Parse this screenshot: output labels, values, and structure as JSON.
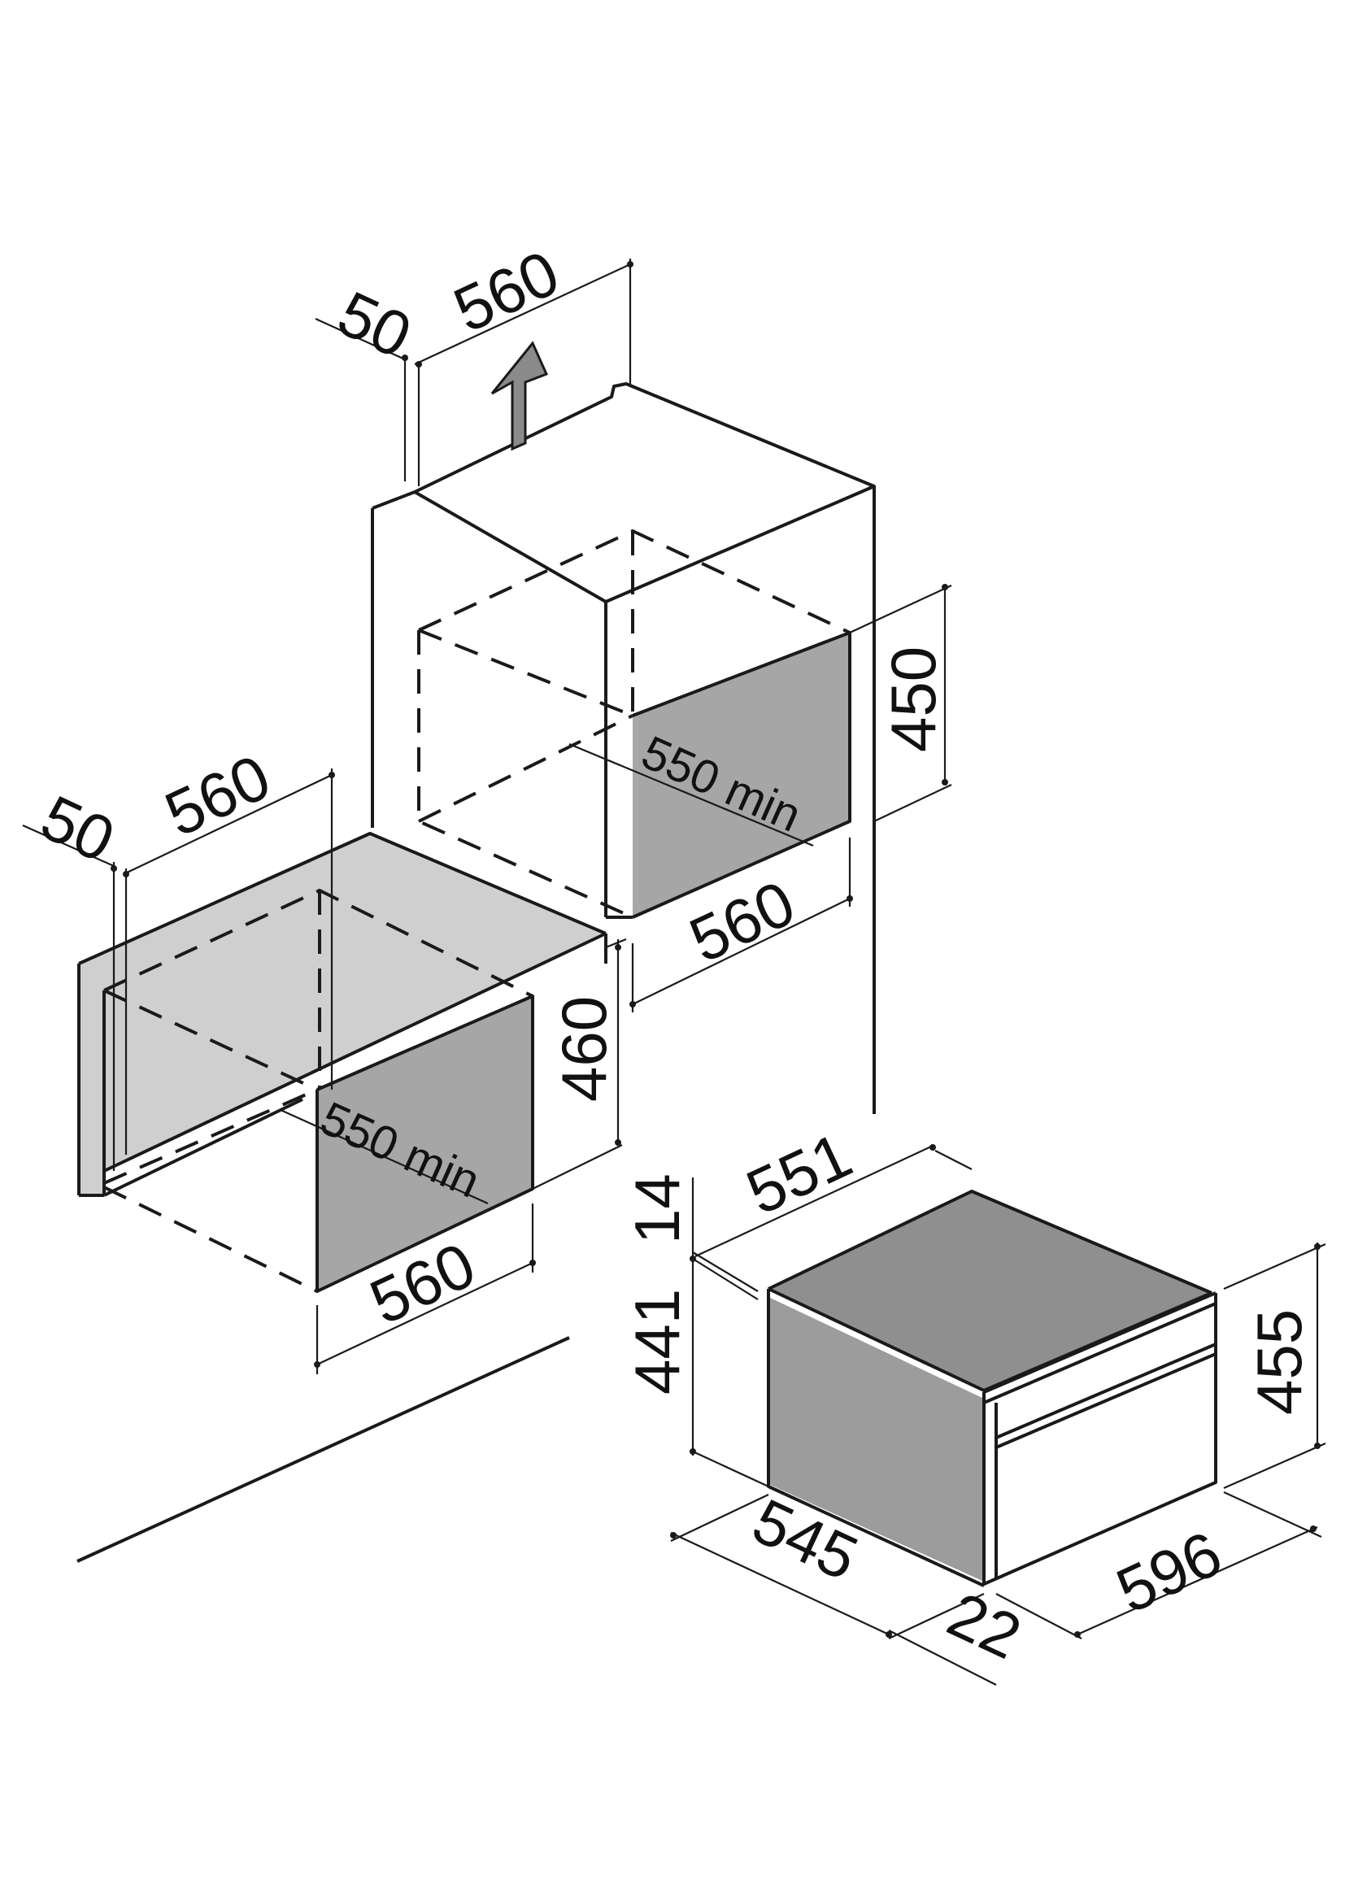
{
  "colors": {
    "line": "#1a1a1a",
    "panel_dark": "#a6a6a6",
    "panel_light": "#cfcfcf",
    "appliance_side": "#9c9c9c",
    "appliance_top": "#8f8f8f",
    "arrow": "#8a8a8a"
  },
  "upper_niche": {
    "depth_gap": "50",
    "width": "560",
    "height": "450",
    "min_depth": "550 min",
    "front_width": "560"
  },
  "lower_niche": {
    "depth_gap": "50",
    "width": "560",
    "height": "460",
    "min_depth": "550 min",
    "front_width": "560"
  },
  "appliance": {
    "top_depth": "551",
    "panel_thickness": "14",
    "body_height": "441",
    "front_height": "455",
    "body_depth": "545",
    "front_width": "596",
    "front_offset": "22"
  }
}
